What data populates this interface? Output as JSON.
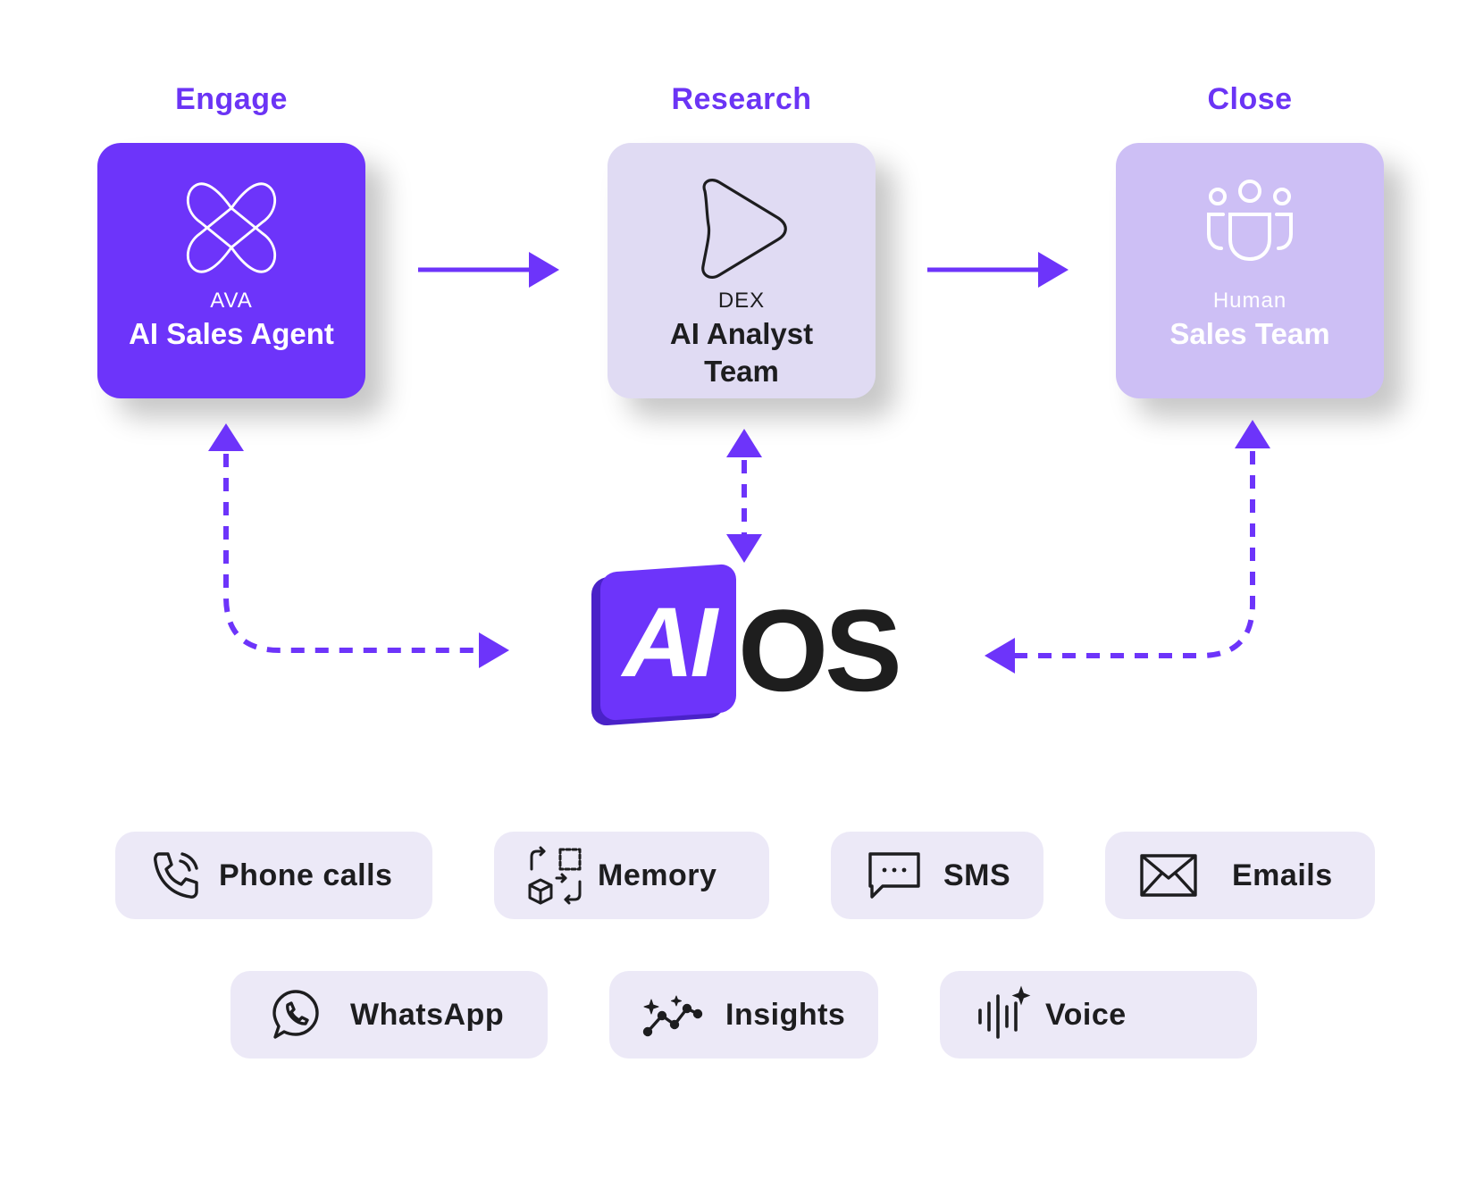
{
  "colors": {
    "accent": "#6d34fa",
    "dex_card": "#e0dbf3",
    "human_card": "#cdbff5",
    "pill": "#ece9f7",
    "text_dark": "#1d1d1f"
  },
  "stages": [
    {
      "title": "Engage",
      "sub": "AVA",
      "main": "AI Sales Agent",
      "icon": "ava-logo-icon"
    },
    {
      "title": "Research",
      "sub": "DEX",
      "main": "AI Analyst Team",
      "icon": "play-triangle-icon"
    },
    {
      "title": "Close",
      "sub": "Human",
      "main": "Sales Team",
      "icon": "team-people-icon"
    }
  ],
  "logo": {
    "tile_text": "AI",
    "wordmark": "OS"
  },
  "capabilities": [
    {
      "label": "Phone calls",
      "icon": "phone-call-icon"
    },
    {
      "label": "Memory",
      "icon": "memory-cubes-icon"
    },
    {
      "label": "SMS",
      "icon": "sms-chat-icon"
    },
    {
      "label": "Emails",
      "icon": "envelope-icon"
    },
    {
      "label": "WhatsApp",
      "icon": "whatsapp-icon"
    },
    {
      "label": "Insights",
      "icon": "insights-trend-icon"
    },
    {
      "label": "Voice",
      "icon": "voice-wave-icon"
    }
  ]
}
